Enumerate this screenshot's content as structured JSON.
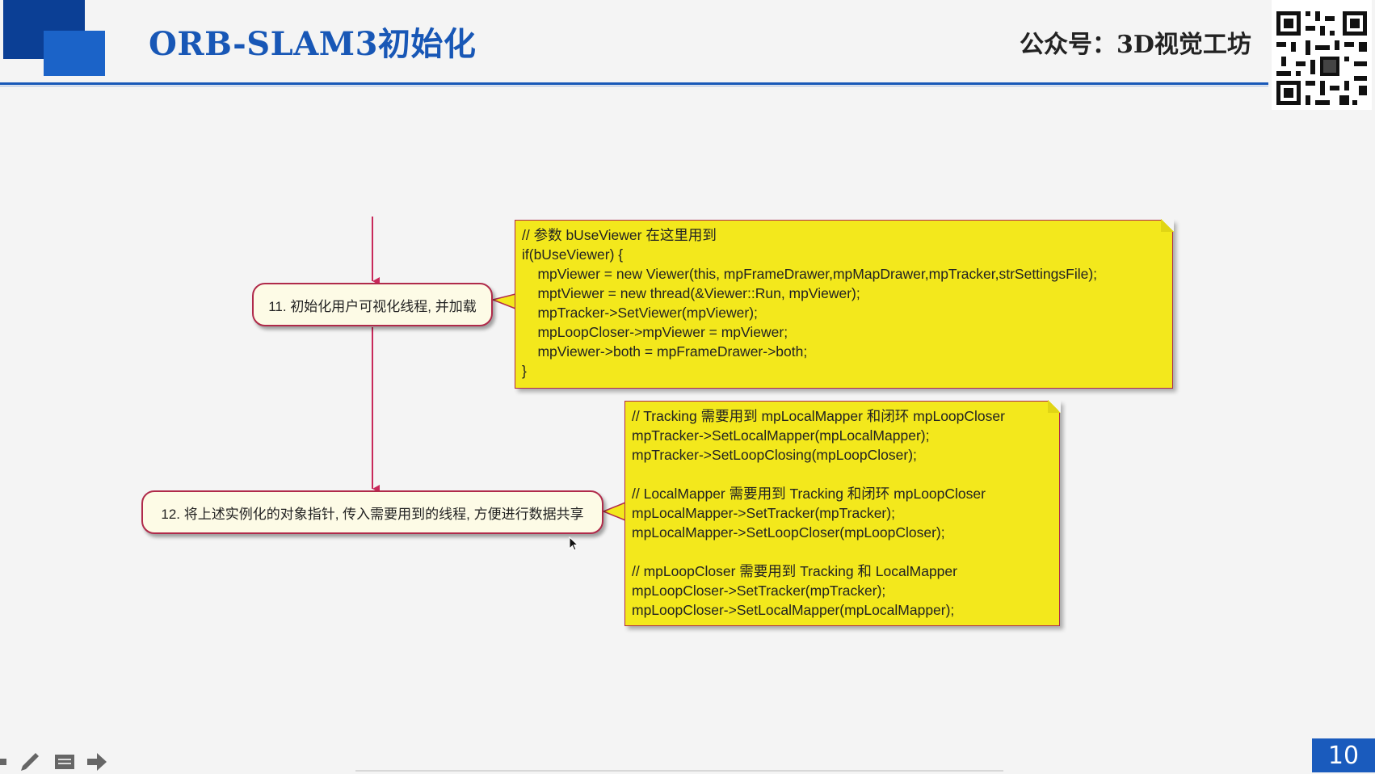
{
  "header": {
    "title": "ORB-SLAM3初始化",
    "public_account": "公众号：3D视觉工坊",
    "qr_code_label": "qr-code"
  },
  "flow": {
    "step11": "11. 初始化用户可视化线程, 并加载",
    "step12": "12. 将上述实例化的对象指针, 传入需要用到的线程, 方便进行数据共享"
  },
  "note1": {
    "lines": [
      "// 参数 bUseViewer 在这里用到",
      "if(bUseViewer) {",
      "    mpViewer = new Viewer(this, mpFrameDrawer,mpMapDrawer,mpTracker,strSettingsFile);",
      "    mptViewer = new thread(&Viewer::Run, mpViewer);",
      "    mpTracker->SetViewer(mpViewer);",
      "    mpLoopCloser->mpViewer = mpViewer;",
      "    mpViewer->both = mpFrameDrawer->both;",
      "}"
    ]
  },
  "note2": {
    "lines": [
      "// Tracking 需要用到 mpLocalMapper 和闭环 mpLoopCloser",
      "mpTracker->SetLocalMapper(mpLocalMapper);",
      "mpTracker->SetLoopClosing(mpLoopCloser);",
      "",
      "// LocalMapper 需要用到 Tracking 和闭环 mpLoopCloser",
      "mpLocalMapper->SetTracker(mpTracker);",
      "mpLocalMapper->SetLoopCloser(mpLoopCloser);",
      "",
      "// mpLoopCloser 需要用到 Tracking 和 LocalMapper",
      "mpLoopCloser->SetTracker(mpTracker);",
      "mpLoopCloser->SetLocalMapper(mpLocalMapper);"
    ]
  },
  "footer": {
    "page_number": "10"
  },
  "colors": {
    "brand_blue": "#1857b6",
    "note_yellow": "#f3e81c",
    "arrow_red": "#c8285a"
  }
}
